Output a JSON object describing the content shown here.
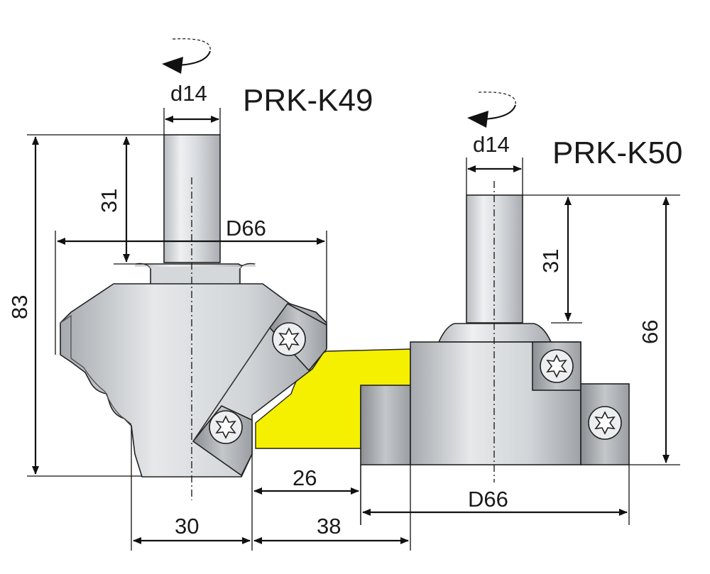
{
  "left_cutter": {
    "title": "PRK-K49",
    "shank_diameter": "d14",
    "shank_length": "31",
    "cutting_diameter": "D66",
    "total_height": "83",
    "cutting_depth": "30"
  },
  "right_cutter": {
    "title": "PRK-K50",
    "shank_diameter": "d14",
    "shank_length": "31",
    "cutting_diameter": "D66",
    "total_height": "66"
  },
  "profile_dims": {
    "tenon_length": "26",
    "offset": "38"
  },
  "colors": {
    "workpiece": "#f5ef00",
    "steel_light": "#e2e4e6",
    "steel_mid": "#c9cccf",
    "steel_dark": "#8f9397",
    "line": "#111111"
  }
}
